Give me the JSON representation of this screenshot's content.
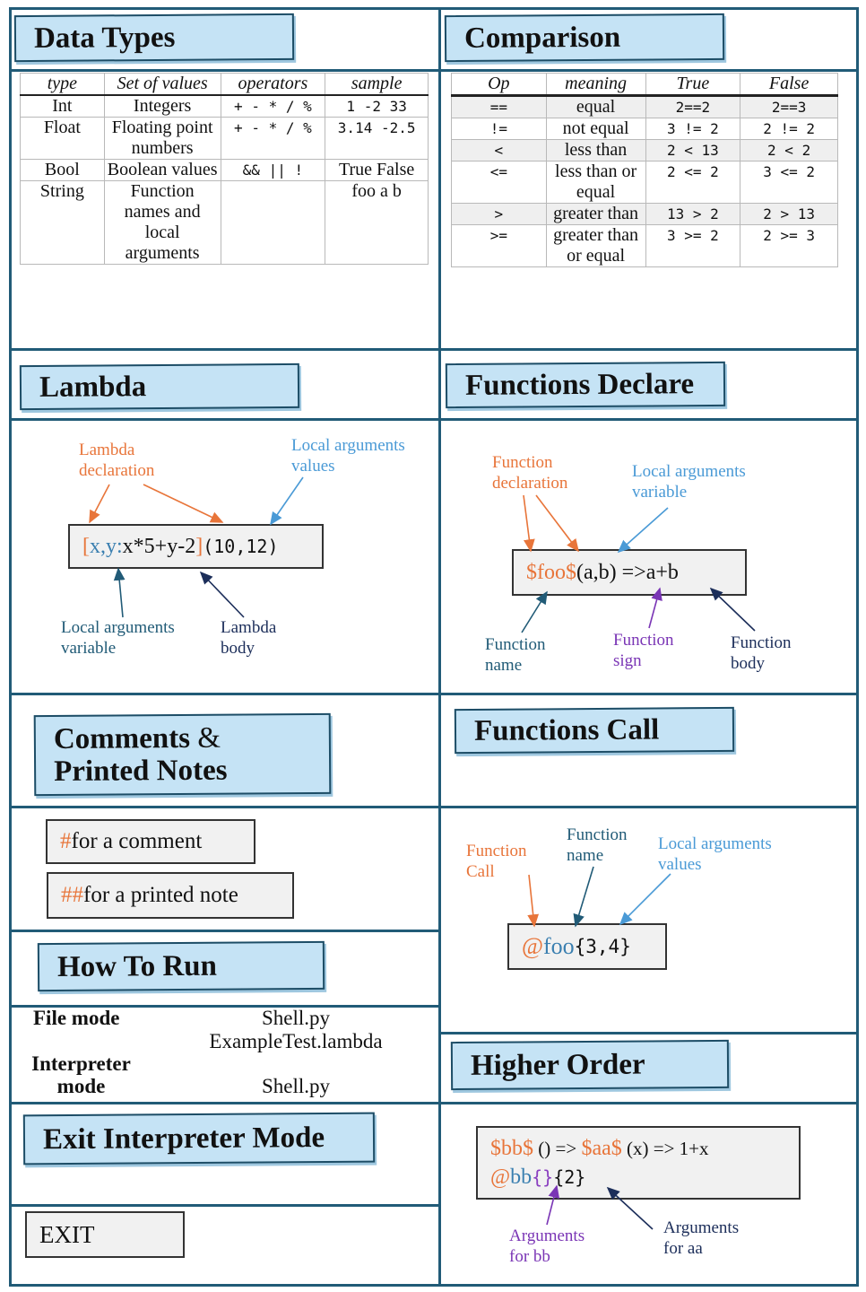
{
  "data_types": {
    "title": "Data Types",
    "headers": [
      "type",
      "Set of values",
      "operators",
      "sample"
    ],
    "rows": [
      [
        "Int",
        "Integers",
        "+ - * / %",
        "1 -2 33"
      ],
      [
        "Float",
        "Floating point numbers",
        "+ - * / %",
        "3.14 -2.5"
      ],
      [
        "Bool",
        "Boolean values",
        "&& || !",
        "True False"
      ],
      [
        "String",
        "Function names and local arguments",
        "",
        "foo a b"
      ]
    ]
  },
  "comparison": {
    "title": "Comparison",
    "headers": [
      "Op",
      "meaning",
      "True",
      "False"
    ],
    "rows": [
      [
        "==",
        "equal",
        "2==2",
        "2==3"
      ],
      [
        "!=",
        "not equal",
        "3 != 2",
        "2 != 2"
      ],
      [
        "<",
        "less than",
        "2 < 13",
        "2 < 2"
      ],
      [
        "<=",
        "less than or equal",
        "2 <= 2",
        "3 <= 2"
      ],
      [
        ">",
        "greater than",
        "13 > 2",
        "2 > 13"
      ],
      [
        ">=",
        "greater than or equal",
        "3 >= 2",
        "2 >= 3"
      ]
    ]
  },
  "lambda": {
    "title": "Lambda",
    "code": {
      "open": "[",
      "args": "x,y",
      "colon": ":",
      "body": " x*5+y-2",
      "close": "]",
      "call": "(10,12)"
    },
    "labels": {
      "declaration": "Lambda declaration",
      "values": "Local arguments values",
      "variable": "Local arguments variable",
      "body": "Lambda body"
    }
  },
  "functions_declare": {
    "title": "Functions Declare",
    "code": {
      "name": "$foo$",
      "sign": " (a,b) =>",
      "body": " a+b"
    },
    "labels": {
      "declaration": "Function declaration",
      "variable": "Local arguments variable",
      "name": "Function name",
      "sign": "Function sign",
      "body": "Function body"
    }
  },
  "comments": {
    "title_line1": "Comments",
    "amp": "&",
    "title_line2": "Printed Notes",
    "comment_mark": "#",
    "comment_text": "for a comment",
    "note_mark": "##",
    "note_text": "for a printed note"
  },
  "functions_call": {
    "title": "Functions Call",
    "code": {
      "at": "@",
      "name": "foo",
      "args": "{3,4}"
    },
    "labels": {
      "call": "Function Call",
      "name": "Function name",
      "values": "Local arguments values"
    }
  },
  "how_to_run": {
    "title": "How To Run",
    "file_mode": "File mode",
    "file_cmd1": "Shell.py",
    "file_cmd2": "ExampleTest.lambda",
    "interp_mode1": "Interpreter",
    "interp_mode2": "mode",
    "interp_cmd": "Shell.py"
  },
  "higher_order": {
    "title": "Higher Order",
    "line1": {
      "bb": "$bb$",
      "p1": " () => ",
      "aa": "$aa$",
      "p2": " (x) => 1+x"
    },
    "line2": {
      "at": "@",
      "bb": "bb",
      "empty": "{}",
      "args": "{2}"
    },
    "labels": {
      "for_bb": "Arguments for bb",
      "for_aa": "Arguments for aa"
    }
  },
  "exit": {
    "title": "Exit Interpreter Mode",
    "command": "EXIT"
  },
  "colors": {
    "frame": "#215b77",
    "banner": "#c5e3f5",
    "orange": "#e8753a",
    "light_blue": "#4a9ad6",
    "dark_blue": "#215b77",
    "purple": "#7a35b5",
    "navy": "#1c2e5a"
  }
}
